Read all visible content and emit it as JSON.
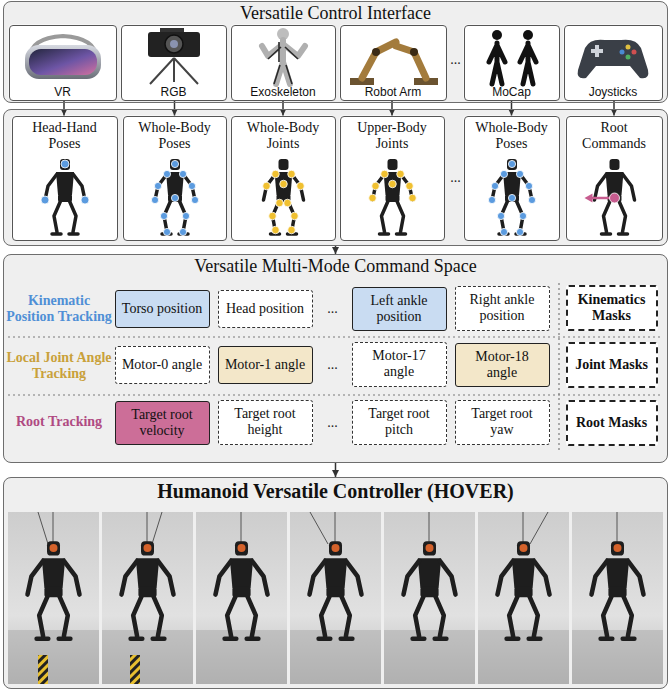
{
  "diagram": {
    "nodes": [
      {
        "text": [
          "Versatile Control Interface"
        ]
      },
      {
        "text": [
          "VR"
        ],
        "in": 0
      },
      {
        "text": [
          "RGB"
        ],
        "in": 0
      },
      {
        "text": [
          "Exoskeleton"
        ],
        "in": 0
      },
      {
        "text": [
          "Robot Arm"
        ],
        "in": 0
      },
      {
        "text": [
          "MoCap"
        ],
        "in": 0
      },
      {
        "text": [
          "Joysticks"
        ],
        "in": 0
      },
      {
        "text": []
      },
      {
        "text": [
          "Head-Hand Poses"
        ],
        "in": 7
      },
      {
        "text": [
          "Whole-Body Poses"
        ],
        "in": 7
      },
      {
        "text": [
          "Whole-Body Joints"
        ],
        "in": 7
      },
      {
        "text": [
          "Upper-Body Joints"
        ],
        "in": 7
      },
      {
        "text": [
          "Whole-Body Poses"
        ],
        "in": 7
      },
      {
        "text": [
          "Root Commands"
        ],
        "in": 7
      },
      {
        "text": [
          "Versatile Multi-Mode Command Space"
        ]
      },
      {
        "text": [
          "Torso position"
        ],
        "in": 14
      },
      {
        "text": [
          "Head position"
        ],
        "in": 14
      },
      {
        "text": [
          "Left ankle position"
        ],
        "in": 14
      },
      {
        "text": [
          "Right ankle position"
        ],
        "in": 14
      },
      {
        "text": [
          "Kinematics Masks"
        ],
        "in": 14
      },
      {
        "text": [
          "Motor-0 angle"
        ],
        "in": 14
      },
      {
        "text": [
          "Motor-1 angle"
        ],
        "in": 14
      },
      {
        "text": [
          "Motor-17 angle"
        ],
        "in": 14
      },
      {
        "text": [
          "Motor-18 angle"
        ],
        "in": 14
      },
      {
        "text": [
          "Joint Masks"
        ],
        "in": 14
      },
      {
        "text": [
          "Target root velocity"
        ],
        "in": 14
      },
      {
        "text": [
          "Target root height"
        ],
        "in": 14
      },
      {
        "text": [
          "Target root pitch"
        ],
        "in": 14
      },
      {
        "text": [
          "Target root yaw"
        ],
        "in": 14
      },
      {
        "text": [
          "Root Masks"
        ],
        "in": 14
      },
      {
        "text": [
          "Humanoid Versatile Controller (HOVER)"
        ]
      }
    ],
    "edges": [
      {
        "from": 1,
        "to": 8,
        "arrow": "to"
      },
      {
        "from": 2,
        "to": 9,
        "arrow": "to"
      },
      {
        "from": 3,
        "to": 10,
        "arrow": "to"
      },
      {
        "from": 4,
        "to": 11,
        "arrow": "to"
      },
      {
        "from": 5,
        "to": 12,
        "arrow": "to"
      },
      {
        "from": 6,
        "to": 13,
        "arrow": "to"
      },
      {
        "from": 7,
        "to": 14,
        "arrow": "to"
      },
      {
        "from": 14,
        "to": 30,
        "arrow": "to"
      }
    ],
    "labels": [
      "...",
      "...",
      "Kinematic Position Tracking",
      "...",
      "Local Joint Angle Tracking",
      "...",
      "Root Tracking",
      "..."
    ]
  }
}
